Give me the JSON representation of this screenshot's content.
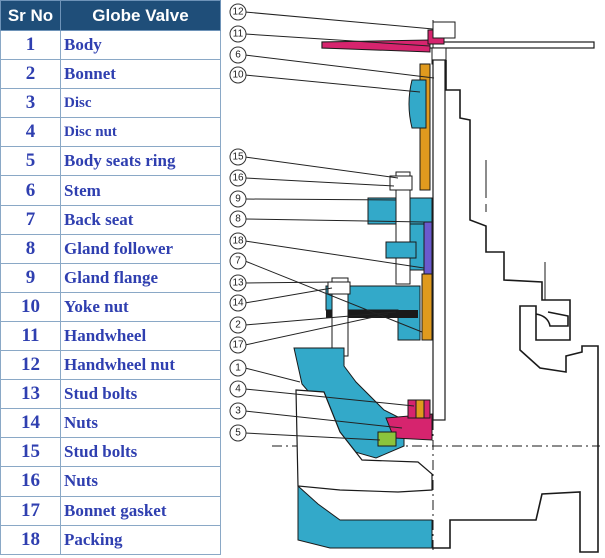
{
  "table": {
    "headers": {
      "number": "Sr No",
      "name": "Globe Valve"
    },
    "rows": [
      {
        "no": "1",
        "name": "Body"
      },
      {
        "no": "2",
        "name": "Bonnet"
      },
      {
        "no": "3",
        "name": "Disc"
      },
      {
        "no": "4",
        "name": "Disc nut"
      },
      {
        "no": "5",
        "name": "Body seats ring"
      },
      {
        "no": "6",
        "name": "Stem"
      },
      {
        "no": "7",
        "name": "Back seat"
      },
      {
        "no": "8",
        "name": "Gland follower"
      },
      {
        "no": "9",
        "name": "Gland flange"
      },
      {
        "no": "10",
        "name": "Yoke nut"
      },
      {
        "no": "11",
        "name": "Handwheel"
      },
      {
        "no": "12",
        "name": "Handwheel nut"
      },
      {
        "no": "13",
        "name": "Stud bolts"
      },
      {
        "no": "14",
        "name": "Nuts"
      },
      {
        "no": "15",
        "name": "Stud bolts"
      },
      {
        "no": "16",
        "name": "Nuts"
      },
      {
        "no": "17",
        "name": "Bonnet gasket"
      },
      {
        "no": "18",
        "name": "Packing"
      }
    ]
  },
  "diagram": {
    "callouts": [
      "12",
      "11",
      "6",
      "10",
      "15",
      "16",
      "9",
      "8",
      "18",
      "7",
      "13",
      "14",
      "2",
      "17",
      "1",
      "4",
      "3",
      "5"
    ],
    "colors": {
      "body": "#33a9c9",
      "disc": "#d6246e",
      "gasket": "#e09a1e",
      "seat_ring": "#8cc43c",
      "header": "#1f4e79",
      "table_text": "#2f3fb0"
    }
  }
}
